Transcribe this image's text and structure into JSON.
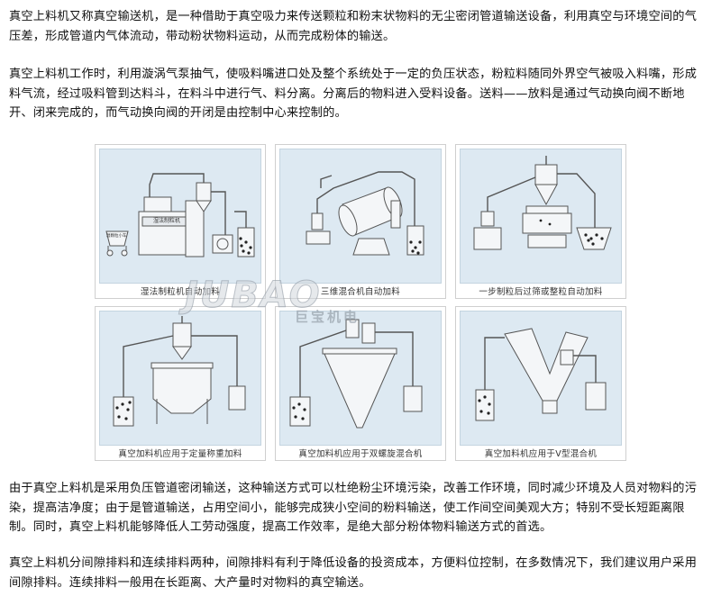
{
  "paragraphs": {
    "intro": "真空上料机又称真空输送机，是一种借助于真空吸力来传送颗粒和粉末状物料的无尘密闭管道输送设备，利用真空与环境空间的气压差，形成管道内气体流动，带动粉状物料运动，从而完成粉体的输送。",
    "working": "真空上料机工作时，利用漩涡气泵抽气，使吸料嘴进口处及整个系统处于一定的负压状态，粉粒料随同外界空气被吸入料嘴，形成料气流，经过吸料管到达料斗，在料斗中进行气、料分离。分离后的物料进入受料设备。送料——放料是通过气动换向阀不断地开、闭来完成的，而气动换向阀的开闭是由控制中心来控制的。",
    "advantages": "由于真空上料机是采用负压管道密闭输送，这种输送方式可以杜绝粉尘环境污染，改善工作环境，同时减少环境及人员对物料的污染，提高洁净度；由于是管道输送，占用空间小，能够完成狭小空间的粉料输送，使工作间空间美观大方；特别不受长短距离限制。同时，真空上料机能够降低人工劳动强度，提高工作效率，是绝大部分粉体物料输送方式的首选。",
    "discharge": "真空上料机分间隙排料和连续排料两种，间隙排料有利于降低设备的投资成本，方便料位控制，在多数情况下，我们建议用户采用间隙排料。连续排料一般用在长距离、大产量时对物料的真空输送。"
  },
  "figure": {
    "captions": [
      "湿法制粒机自动加料",
      "三维混合机自动加料",
      "一步制粒后过筛或整粒自动加料",
      "真空加料机应用于定量称重加料",
      "真空加料机应用于双螺旋混合机",
      "真空加料机应用于V型混合机"
    ],
    "machine_labels": {
      "wet_granulator": "湿法制粒机",
      "cart": "湿颗粒小车"
    },
    "watermark_text": "JUBAO",
    "watermark_cn": "巨宝机电"
  }
}
